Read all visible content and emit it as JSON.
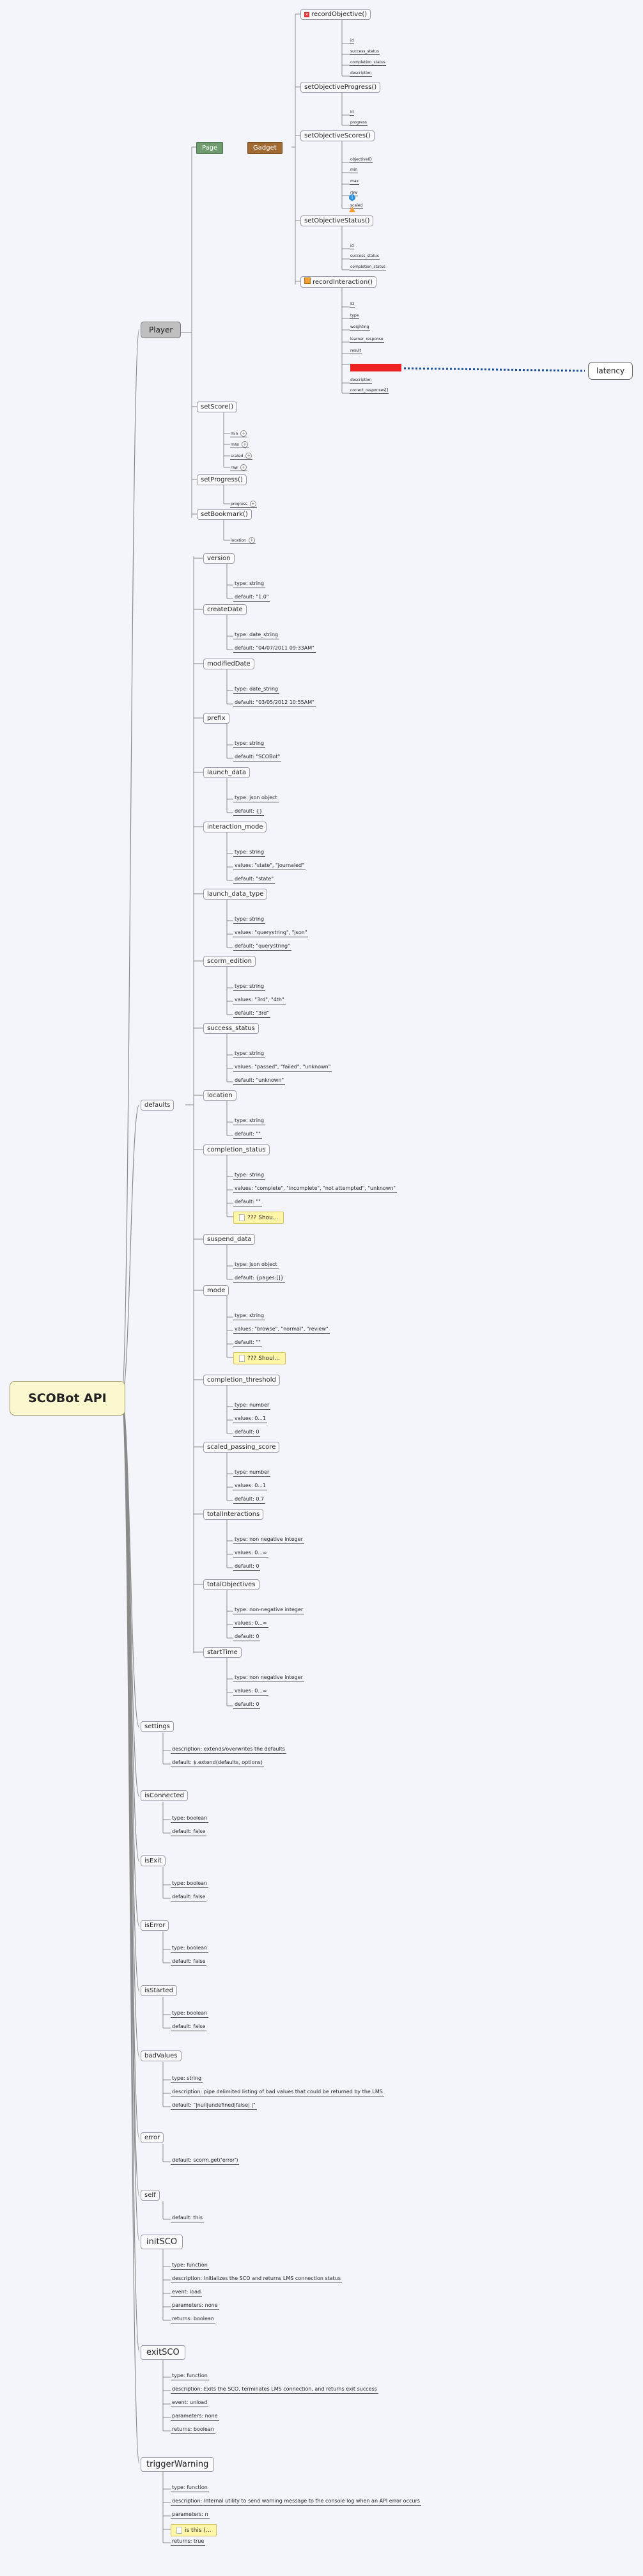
{
  "root": "SCOBot API",
  "player": "Player",
  "page": "Page",
  "gadget": "Gadget",
  "latency": "latency",
  "objectives": {
    "recordObjective": "recordObjective()",
    "recordObjective_leaves": [
      "id",
      "success_status",
      "completion_status",
      "description"
    ],
    "setObjectiveProgress": "setObjectiveProgress()",
    "setObjectiveProgress_leaves": [
      "id",
      "progress"
    ],
    "setObjectiveScores": "setObjectiveScores()",
    "setObjectiveScores_leaves": [
      "objectiveID",
      "min",
      "max",
      "raw",
      "scaled"
    ],
    "setObjectiveStatus": "setObjectiveStatus()",
    "setObjectiveStatus_leaves": [
      "id",
      "success_status",
      "completion_status"
    ],
    "recordInteraction": "recordInteraction()",
    "recordInteraction_leaves": [
      "ID",
      "type",
      "weighting",
      "learner_response",
      "result",
      "description",
      "correct_responses[]"
    ]
  },
  "setScore": "setScore()",
  "setScore_leaves": [
    "min",
    "max",
    "scaled",
    "raw"
  ],
  "setProgress": "setProgress()",
  "setProgress_leaves": [
    "progress"
  ],
  "setBookmark": "setBookmark()",
  "setBookmark_leaves": [
    "location"
  ],
  "defaults_label": "defaults",
  "defaults": [
    {
      "name": "version",
      "props": [
        "type: string",
        "default: \"1.0\""
      ]
    },
    {
      "name": "createDate",
      "props": [
        "type: date_string",
        "default: \"04/07/2011 09:33AM\""
      ]
    },
    {
      "name": "modifiedDate",
      "props": [
        "type: date_string",
        "default: \"03/05/2012 10:55AM\""
      ]
    },
    {
      "name": "prefix",
      "props": [
        "type: string",
        "default: \"SCOBot\""
      ]
    },
    {
      "name": "launch_data",
      "props": [
        "type: json object",
        "default: {}"
      ]
    },
    {
      "name": "interaction_mode",
      "props": [
        "type: string",
        "values: \"state\", \"journaled\"",
        "default: \"state\""
      ]
    },
    {
      "name": "launch_data_type",
      "props": [
        "type: string",
        "values: \"querystring\", \"json\"",
        "default: \"querystring\""
      ]
    },
    {
      "name": "scorm_edition",
      "props": [
        "type: string",
        "values: \"3rd\", \"4th\"",
        "default: \"3rd\""
      ]
    },
    {
      "name": "success_status",
      "props": [
        "type: string",
        "values: \"passed\", \"failed\", \"unknown\"",
        "default: \"unknown\""
      ]
    },
    {
      "name": "location",
      "props": [
        "type: string",
        "default: \"\""
      ]
    },
    {
      "name": "completion_status",
      "props": [
        "type: string",
        "values: \"complete\", \"incomplete\", \"not attempted\", \"unknown\"",
        "default: \"\""
      ],
      "note": "??? Shou..."
    },
    {
      "name": "suspend_data",
      "props": [
        "type: json object",
        "default: {pages:[]}"
      ]
    },
    {
      "name": "mode",
      "props": [
        "type: string",
        "values: \"browse\", \"normal\", \"review\"",
        "default: \"\""
      ],
      "note": "??? Shoul..."
    },
    {
      "name": "completion_threshold",
      "props": [
        "type: number",
        "values: 0...1",
        "default: 0"
      ]
    },
    {
      "name": "scaled_passing_score",
      "props": [
        "type: number",
        "values: 0...1",
        "default: 0.7"
      ]
    },
    {
      "name": "totalInteractions",
      "props": [
        "type: non negative integer",
        "values: 0...∞",
        "default: 0"
      ]
    },
    {
      "name": "totalObjectives",
      "props": [
        "type: non-negative integer",
        "values: 0...∞",
        "default: 0"
      ]
    },
    {
      "name": "startTime",
      "props": [
        "type: non negative integer",
        "values: 0...∞",
        "default: 0"
      ]
    }
  ],
  "others": [
    {
      "name": "settings",
      "props": [
        "description: extends/overwrites the defaults",
        "default: $.extend(defaults, options)"
      ]
    },
    {
      "name": "isConnected",
      "props": [
        "type: boolean",
        "default: false"
      ]
    },
    {
      "name": "isExit",
      "props": [
        "type: boolean",
        "default: false"
      ]
    },
    {
      "name": "isError",
      "props": [
        "type: boolean",
        "default: false"
      ]
    },
    {
      "name": "isStarted",
      "props": [
        "type: boolean",
        "default: false"
      ]
    },
    {
      "name": "badValues",
      "props": [
        "type: string",
        "description: pipe delimited listing of bad values that could be returned by the LMS",
        "default: \"|null|undefined|false| |\""
      ]
    },
    {
      "name": "error",
      "props": [
        "default: scorm.get('error')"
      ]
    },
    {
      "name": "self",
      "props": [
        "default: this"
      ]
    },
    {
      "name": "initSCO",
      "props": [
        "type: function",
        "description: Initializes the SCO and returns LMS connection status",
        "event: load",
        "parameters: none",
        "returns: boolean"
      ]
    },
    {
      "name": "exitSCO",
      "props": [
        "type: function",
        "description: Exits the SCO, terminates LMS connection, and returns exit success",
        "event: unload",
        "parameters: none",
        "returns: boolean"
      ]
    },
    {
      "name": "triggerWarning",
      "props": [
        "type: function",
        "description: Internal utility to send warning message to the console log when an API error occurs",
        "parameters: n"
      ],
      "note": "is this (...",
      "props_after": [
        "returns: true"
      ]
    }
  ],
  "colors": {
    "edge": "#8a8a8a",
    "latency_edge": "#1b4f9c",
    "root_fill": "#fbf8cf"
  }
}
